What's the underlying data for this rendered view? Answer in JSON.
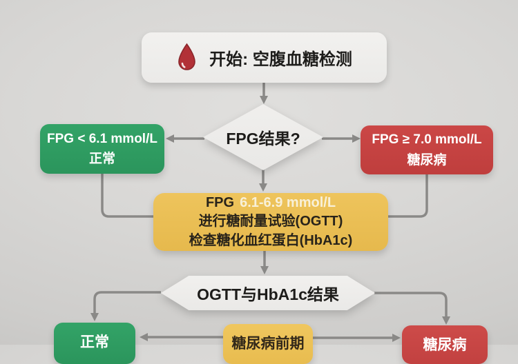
{
  "palette": {
    "background_gray": "#d6d5d3",
    "node_light": "#efeeec",
    "green": "#2f9c62",
    "red": "#c64343",
    "yellow": "#eabf55",
    "arrow_gray": "#8a8987",
    "blood_drop_red": "#b23137",
    "text_dark": "#1d1c1a",
    "text_light": "#ffffff"
  },
  "flowchart": {
    "start": {
      "label": "开始: 空腹血糖检测",
      "icon": "blood-drop"
    },
    "fpg_decision": {
      "label": "FPG结果?"
    },
    "normal_branch": {
      "value": "FPG < 6.1 mmol/L",
      "label": "正常"
    },
    "diabetes_branch": {
      "value": "FPG ≥ 7.0 mmol/L",
      "label": "糖尿病"
    },
    "impaired_branch": {
      "prefix": "FPG",
      "range": "6.1-6.9 mmol/L",
      "action1": "进行糖耐量试验(OGTT)",
      "action2": "检查糖化血红蛋白(HbA1c)"
    },
    "ogtt_decision": {
      "label": "OGTT与HbA1c结果"
    },
    "result_normal": {
      "label": "正常"
    },
    "result_prediabetes": {
      "label": "糖尿病前期"
    },
    "result_diabetes": {
      "label": "糖尿病"
    }
  }
}
